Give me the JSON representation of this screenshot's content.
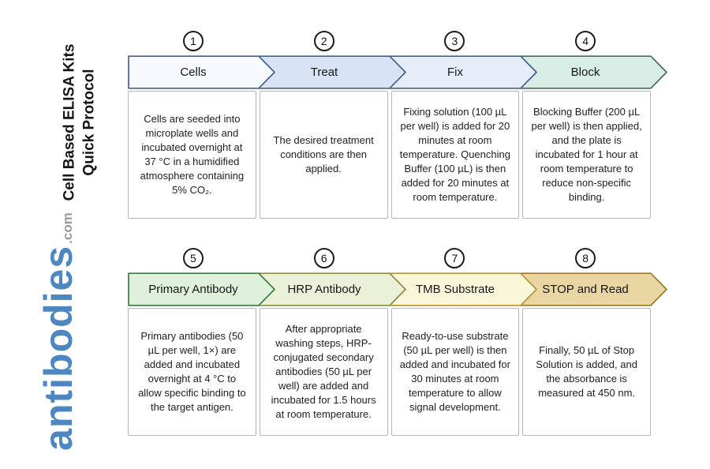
{
  "sidebar": {
    "title_line1": "Cell Based ELISA Kits",
    "title_line2": "Quick Protocol",
    "logo_text": "antibodies",
    "logo_suffix": ".com",
    "logo_color": "#4e86c1",
    "logo_suffix_color": "#9b9b9b"
  },
  "steps": [
    {
      "number": "1",
      "label": "Cells",
      "description": "Cells are seeded into microplate wells and incubated overnight at 37 °C in a humidified atmosphere containing 5% CO₂.",
      "fill": "#f6f9fd",
      "border": "#41618c"
    },
    {
      "number": "2",
      "label": "Treat",
      "description": "The desired treatment conditions are then applied.",
      "fill": "#d8e4f6",
      "border": "#41618c"
    },
    {
      "number": "3",
      "label": "Fix",
      "description": "Fixing solution (100 µL per well) is added for 20 minutes at room temperature. Quenching Buffer (100 µL) is then added for 20 minutes at room temperature.",
      "fill": "#e7ecf9",
      "border": "#41618c"
    },
    {
      "number": "4",
      "label": "Block",
      "description": "Blocking Buffer (200 µL per well) is then applied, and the plate is incubated for 1 hour at room temperature to reduce non-specific binding.",
      "fill": "#d7ede6",
      "border": "#48695c"
    },
    {
      "number": "5",
      "label": "Primary Antibody",
      "description": "Primary antibodies (50 µL per well, 1×) are added and incubated overnight at 4 °C to allow specific binding to the target antigen.",
      "fill": "#e0f1db",
      "border": "#3d7841"
    },
    {
      "number": "6",
      "label": "HRP Antibody",
      "description": "After appropriate washing steps, HRP-conjugated secondary antibodies (50 µL per well) are added and incubated for 1.5 hours at room temperature.",
      "fill": "#ebf1d9",
      "border": "#8e8a3f"
    },
    {
      "number": "7",
      "label": "TMB Substrate",
      "description": "Ready-to-use substrate (50 µL per well) is then added and incubated for 30 minutes at room temperature to allow signal development.",
      "fill": "#faf6da",
      "border": "#b39533"
    },
    {
      "number": "8",
      "label": "STOP and Read",
      "description": "Finally, 50 µL of Stop Solution is added, and the absorbance is measured at 450 nm.",
      "fill": "#e9d6a2",
      "border": "#9a7b20"
    }
  ]
}
